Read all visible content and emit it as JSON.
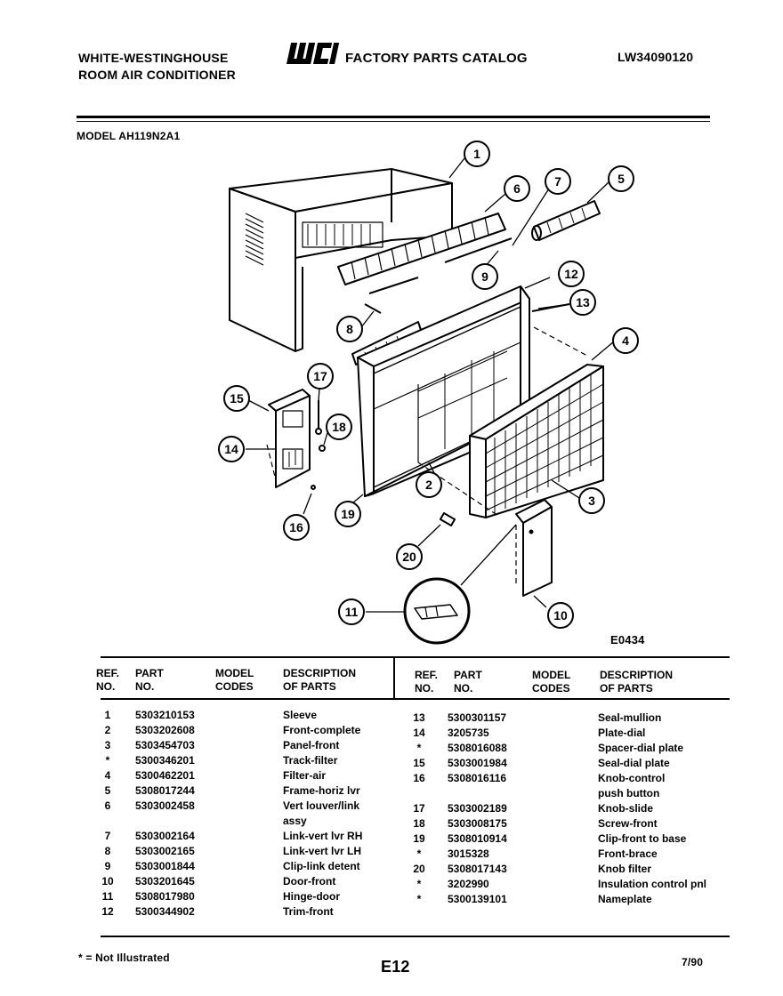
{
  "header": {
    "brand_line1": "WHITE-WESTINGHOUSE",
    "brand_line2": "ROOM AIR CONDITIONER",
    "logo_text": "WCI",
    "catalog_title": "FACTORY PARTS CATALOG",
    "catalog_number": "LW34090120",
    "model_label": "MODEL AH119N2A1"
  },
  "diagram": {
    "code": "E0434",
    "callouts": [
      "1",
      "2",
      "3",
      "4",
      "5",
      "6",
      "7",
      "8",
      "9",
      "10",
      "11",
      "12",
      "13",
      "14",
      "15",
      "16",
      "17",
      "18",
      "19",
      "20"
    ]
  },
  "table": {
    "headers": {
      "ref_line1": "REF.",
      "ref_line2": "NO.",
      "part_line1": "PART",
      "part_line2": "NO.",
      "model_line1": "MODEL",
      "model_line2": "CODES",
      "desc_line1": "DESCRIPTION",
      "desc_line2": "OF PARTS"
    },
    "left": [
      {
        "ref": "1",
        "part": "5303210153",
        "desc": "Sleeve"
      },
      {
        "ref": "2",
        "part": "5303202608",
        "desc": "Front-complete"
      },
      {
        "ref": "3",
        "part": "5303454703",
        "desc": "Panel-front"
      },
      {
        "ref": "*",
        "part": "5300346201",
        "desc": "Track-filter"
      },
      {
        "ref": "4",
        "part": "5300462201",
        "desc": "Filter-air"
      },
      {
        "ref": "5",
        "part": "5308017244",
        "desc": "Frame-horiz lvr"
      },
      {
        "ref": "6",
        "part": "5303002458",
        "desc": "Vert louver/link"
      },
      {
        "ref": "",
        "part": "",
        "desc": "assy"
      },
      {
        "ref": "7",
        "part": "5303002164",
        "desc": "Link-vert lvr RH"
      },
      {
        "ref": "8",
        "part": "5303002165",
        "desc": "Link-vert lvr LH"
      },
      {
        "ref": "9",
        "part": "5303001844",
        "desc": "Clip-link detent"
      },
      {
        "ref": "10",
        "part": "5303201645",
        "desc": "Door-front"
      },
      {
        "ref": "11",
        "part": "5308017980",
        "desc": "Hinge-door"
      },
      {
        "ref": "12",
        "part": "5300344902",
        "desc": "Trim-front"
      }
    ],
    "right": [
      {
        "ref": "13",
        "part": "5300301157",
        "desc": "Seal-mullion"
      },
      {
        "ref": "14",
        "part": "3205735",
        "desc": "Plate-dial"
      },
      {
        "ref": "*",
        "part": "5308016088",
        "desc": "Spacer-dial plate"
      },
      {
        "ref": "15",
        "part": "5303001984",
        "desc": "Seal-dial plate"
      },
      {
        "ref": "16",
        "part": "5308016116",
        "desc": "Knob-control"
      },
      {
        "ref": "",
        "part": "",
        "desc": "push button"
      },
      {
        "ref": "17",
        "part": "5303002189",
        "desc": "Knob-slide"
      },
      {
        "ref": "18",
        "part": "5303008175",
        "desc": "Screw-front"
      },
      {
        "ref": "19",
        "part": "5308010914",
        "desc": "Clip-front to base"
      },
      {
        "ref": "*",
        "part": "3015328",
        "desc": "Front-brace"
      },
      {
        "ref": "20",
        "part": "5308017143",
        "desc": "Knob filter"
      },
      {
        "ref": "*",
        "part": "3202990",
        "desc": "Insulation control pnl"
      },
      {
        "ref": "*",
        "part": "5300139101",
        "desc": "Nameplate"
      }
    ]
  },
  "footer": {
    "note": "* = Not Illustrated",
    "page": "E12",
    "date": "7/90"
  }
}
